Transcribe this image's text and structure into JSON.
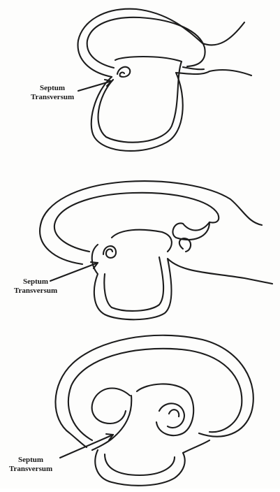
{
  "labels": [
    {
      "line1": "Septum",
      "line2": "Transversum"
    },
    {
      "line1": "Septum",
      "line2": "Transversum"
    },
    {
      "line1": "Septum",
      "line2": "Transversum"
    }
  ]
}
